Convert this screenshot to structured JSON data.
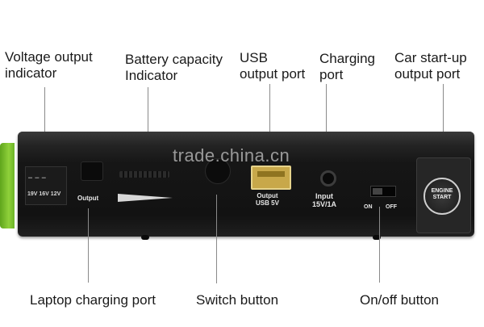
{
  "callouts": {
    "voltage_output_indicator": [
      "Voltage output",
      "indicator"
    ],
    "battery_capacity_indicator": [
      "Battery capacity",
      "Indicator"
    ],
    "usb_output_port": [
      "USB",
      "output port"
    ],
    "charging_port": [
      "Charging",
      "port"
    ],
    "car_startup_output_port": [
      "Car start-up",
      "output port"
    ],
    "laptop_charging_port": "Laptop charging port",
    "switch_button": "Switch button",
    "on_off_button": "On/off button"
  },
  "device": {
    "voltage_options": "19V 16V 12V",
    "output_label": "Output",
    "usb_label": [
      "Output",
      "USB 5V"
    ],
    "input_label": [
      "Input",
      "15V/1A"
    ],
    "switch_on": "ON",
    "switch_off": "OFF",
    "engine_button": [
      "ENGINE",
      "START"
    ]
  },
  "watermark": "trade.china.cn",
  "colors": {
    "casing": "#161616",
    "green_cap": "#8fd03a",
    "usb_gold": "#c8a84a"
  }
}
